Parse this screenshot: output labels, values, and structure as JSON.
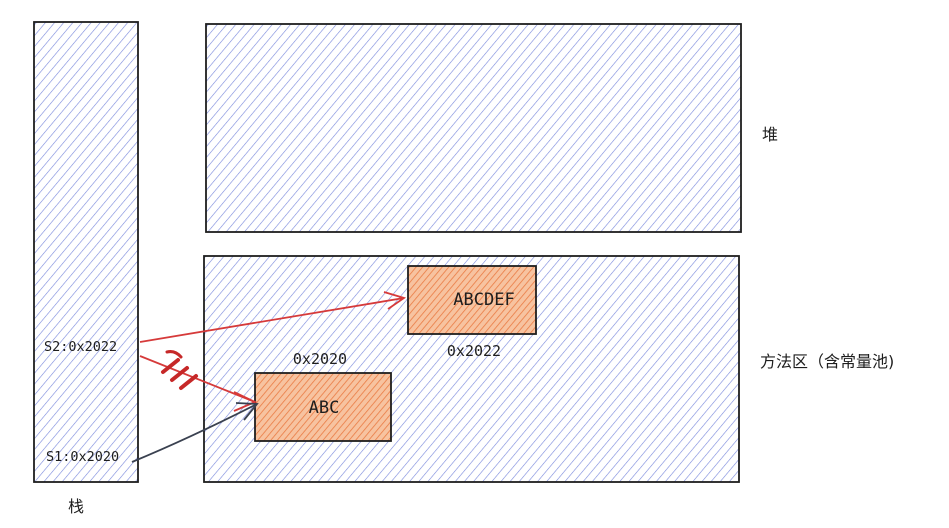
{
  "regions": {
    "stack": {
      "label": "栈"
    },
    "heap": {
      "label": "堆"
    },
    "method": {
      "label": "方法区（含常量池)"
    }
  },
  "objects": {
    "abc": {
      "text": "ABC",
      "address": "0x2020"
    },
    "abcdef": {
      "text": "ABCDEF",
      "address": "0x2022"
    }
  },
  "references": {
    "s1": {
      "text": "S1:0x2020"
    },
    "s2": {
      "text": "S2:0x2022"
    }
  },
  "colors": {
    "region_fill": "#4a5fd0",
    "object_fill": "#f08a4b",
    "object_hatch": "#e8743a",
    "outline": "#1e1e1e",
    "arrow_red": "#d63a3a",
    "arrow_dark": "#3a4150"
  }
}
